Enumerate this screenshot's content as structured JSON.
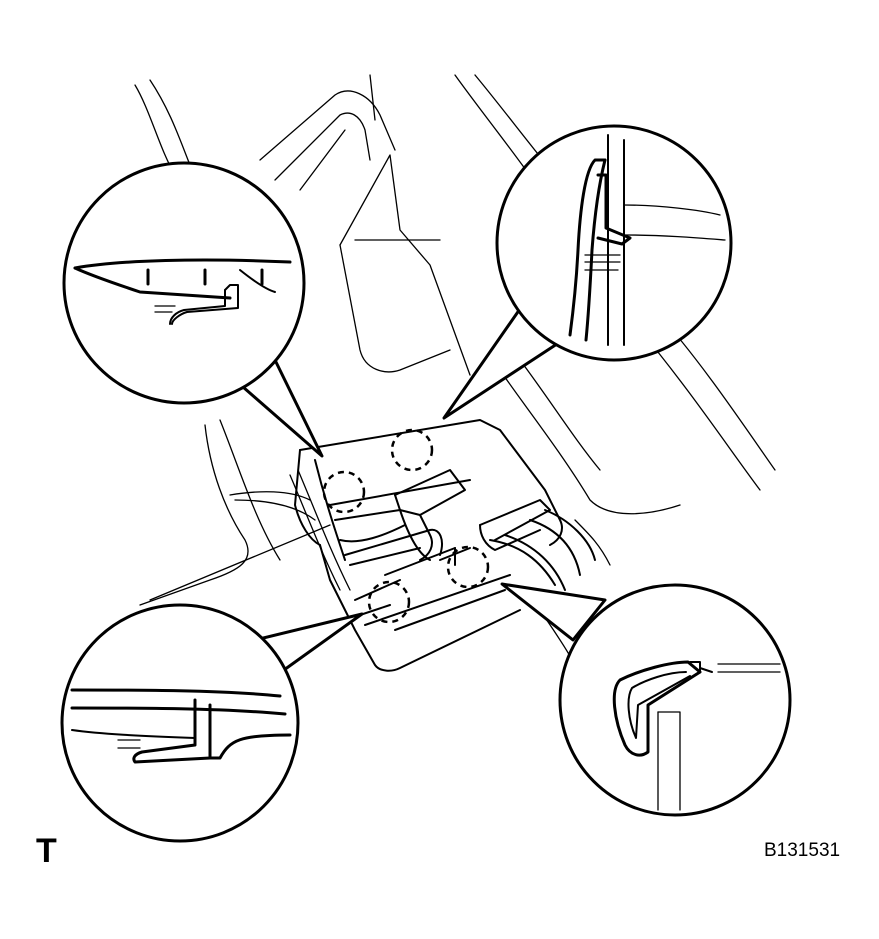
{
  "figure": {
    "corner_mark": "T",
    "figure_id": "B131531"
  },
  "detail_views": [
    {
      "name": "clip-detail-upper-left"
    },
    {
      "name": "clip-detail-upper-right"
    },
    {
      "name": "clip-detail-lower-left"
    },
    {
      "name": "clip-detail-lower-right"
    }
  ],
  "clip_markers": 4
}
